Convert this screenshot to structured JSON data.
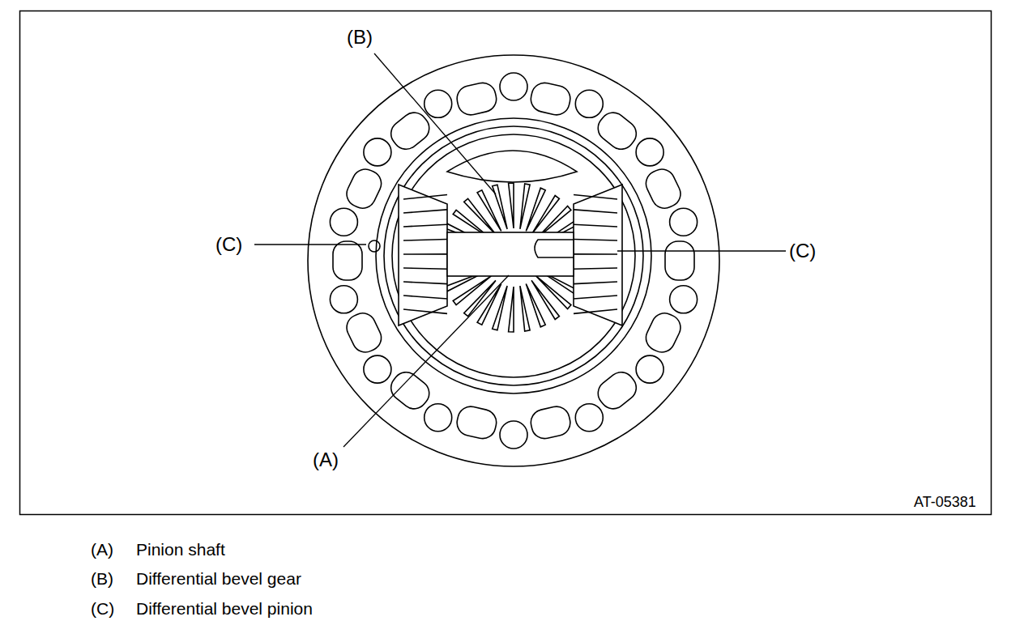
{
  "diagram": {
    "labels": [
      "(B)",
      "(C)",
      "(C)",
      "(A)",
      "AT-05381",
      "(A)",
      "Pinion shaft",
      "(B)",
      "Differential bevel gear",
      "(C)",
      "Differential bevel pinion"
    ]
  }
}
